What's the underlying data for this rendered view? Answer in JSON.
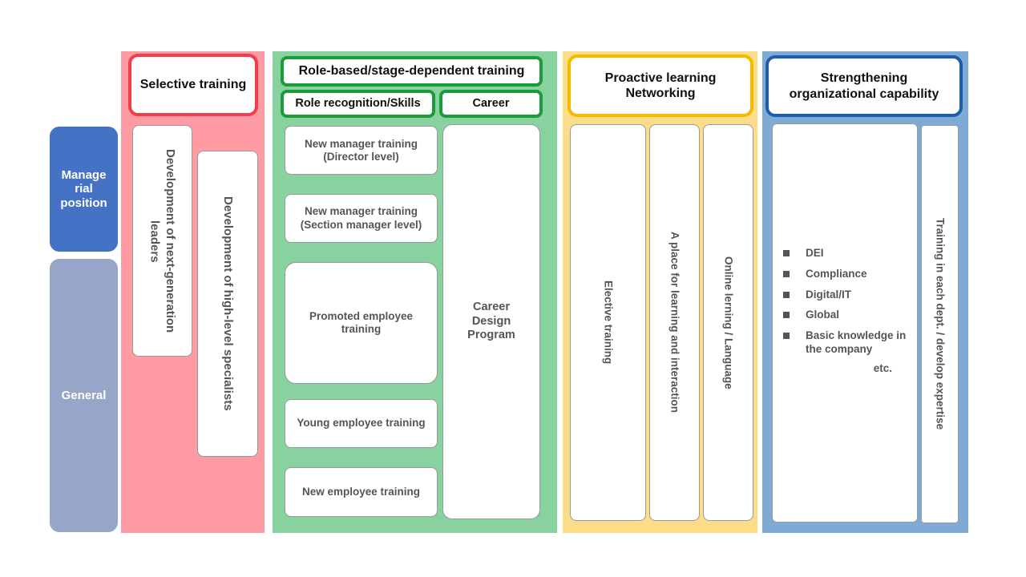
{
  "levels": {
    "managerial": "Manage rial position",
    "general": "General"
  },
  "selective": {
    "title": "Selective training",
    "items": [
      "Development of next-generation leaders",
      "Development of high-level specialists"
    ]
  },
  "role_based": {
    "title": "Role-based/stage-dependent training",
    "sub_skills": "Role recognition/Skills",
    "sub_career": "Career",
    "items": [
      "New manager training (Director level)",
      "New manager training (Section manager level)",
      "Promoted employee training",
      "Young employee training",
      "New employee training"
    ],
    "career_program": "Career Design Program"
  },
  "proactive": {
    "title": "Proactive learning Networking",
    "items": [
      "Elective training",
      "A place for learning and interaction",
      "Online lerning / Language"
    ]
  },
  "org": {
    "title": "Strengthening organizational capability",
    "bullets": [
      "DEI",
      "Compliance",
      "Digital/IT",
      "Global",
      "Basic knowledge in the company"
    ],
    "etc": "etc.",
    "dept": "Training in each dept. / develop expertise"
  },
  "colors": {
    "managerial": "#4472c4",
    "general": "#96a5c8",
    "selective_bg": "#ff9ca3",
    "selective_border": "#f23d4c",
    "role_bg": "#87d29f",
    "role_border": "#1c9b3b",
    "proactive_bg": "#fbdc88",
    "proactive_border": "#f7b800",
    "org_bg": "#80aad6",
    "org_border": "#1d5cae"
  }
}
